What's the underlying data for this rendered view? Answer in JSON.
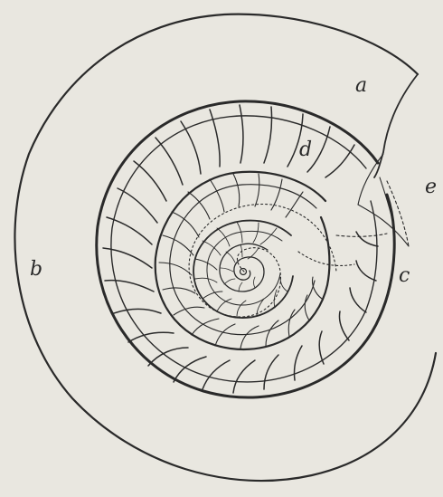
{
  "figure": {
    "labels": {
      "a": "a",
      "b": "b",
      "c": "c",
      "d": "d",
      "e": "e"
    },
    "colors": {
      "paper": "#e9e7e0",
      "ink": "#2a2a2a"
    }
  }
}
